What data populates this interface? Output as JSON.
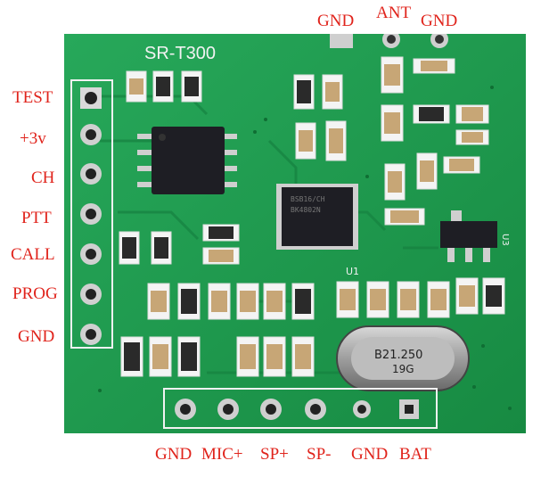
{
  "board": {
    "title": "SR-T300",
    "module_label": "U1",
    "u3_label": "U3",
    "crystal_line1": "B21.250",
    "crystal_line2": "19G",
    "chip_marking": "BK4802N",
    "chip_code": "BSB16/CH"
  },
  "left_pins": [
    "TEST",
    "+3v",
    "CH",
    "PTT",
    "CALL",
    "PROG",
    "GND"
  ],
  "top_pins": [
    "GND",
    "ANT",
    "GND"
  ],
  "bottom_pins": [
    "GND",
    "MIC+",
    "SP+",
    "SP-",
    "GND",
    "BAT"
  ],
  "colors": {
    "label": "#e0231b",
    "pcb": "#1f9a4e",
    "pcb_dark": "#147a3b",
    "silk": "#f2f2f2",
    "chip": "#1e1e24",
    "metal": "#a9a9a9"
  },
  "icons": [
    "pad-icon",
    "chip-icon",
    "crystal-icon",
    "resistor-icon",
    "capacitor-icon"
  ]
}
